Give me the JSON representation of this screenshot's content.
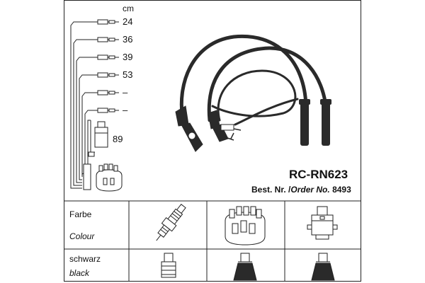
{
  "unit_label": "cm",
  "lengths": [
    "24",
    "36",
    "39",
    "53",
    "–",
    "–"
  ],
  "coil_length": "89",
  "model": "RC-RN623",
  "order": {
    "prefix_de": "Best. Nr.",
    "separator": "/",
    "prefix_en": "Order No.",
    "number": "8493"
  },
  "table": {
    "header_de": "Farbe",
    "header_en": "Colour",
    "color_de": "schwarz",
    "color_en": "black",
    "columns": [
      "spark-plug",
      "distributor-cap",
      "ignition-coil"
    ]
  },
  "colors": {
    "line": "#222222",
    "boot": "#2a2a2a",
    "background": "#ffffff"
  }
}
